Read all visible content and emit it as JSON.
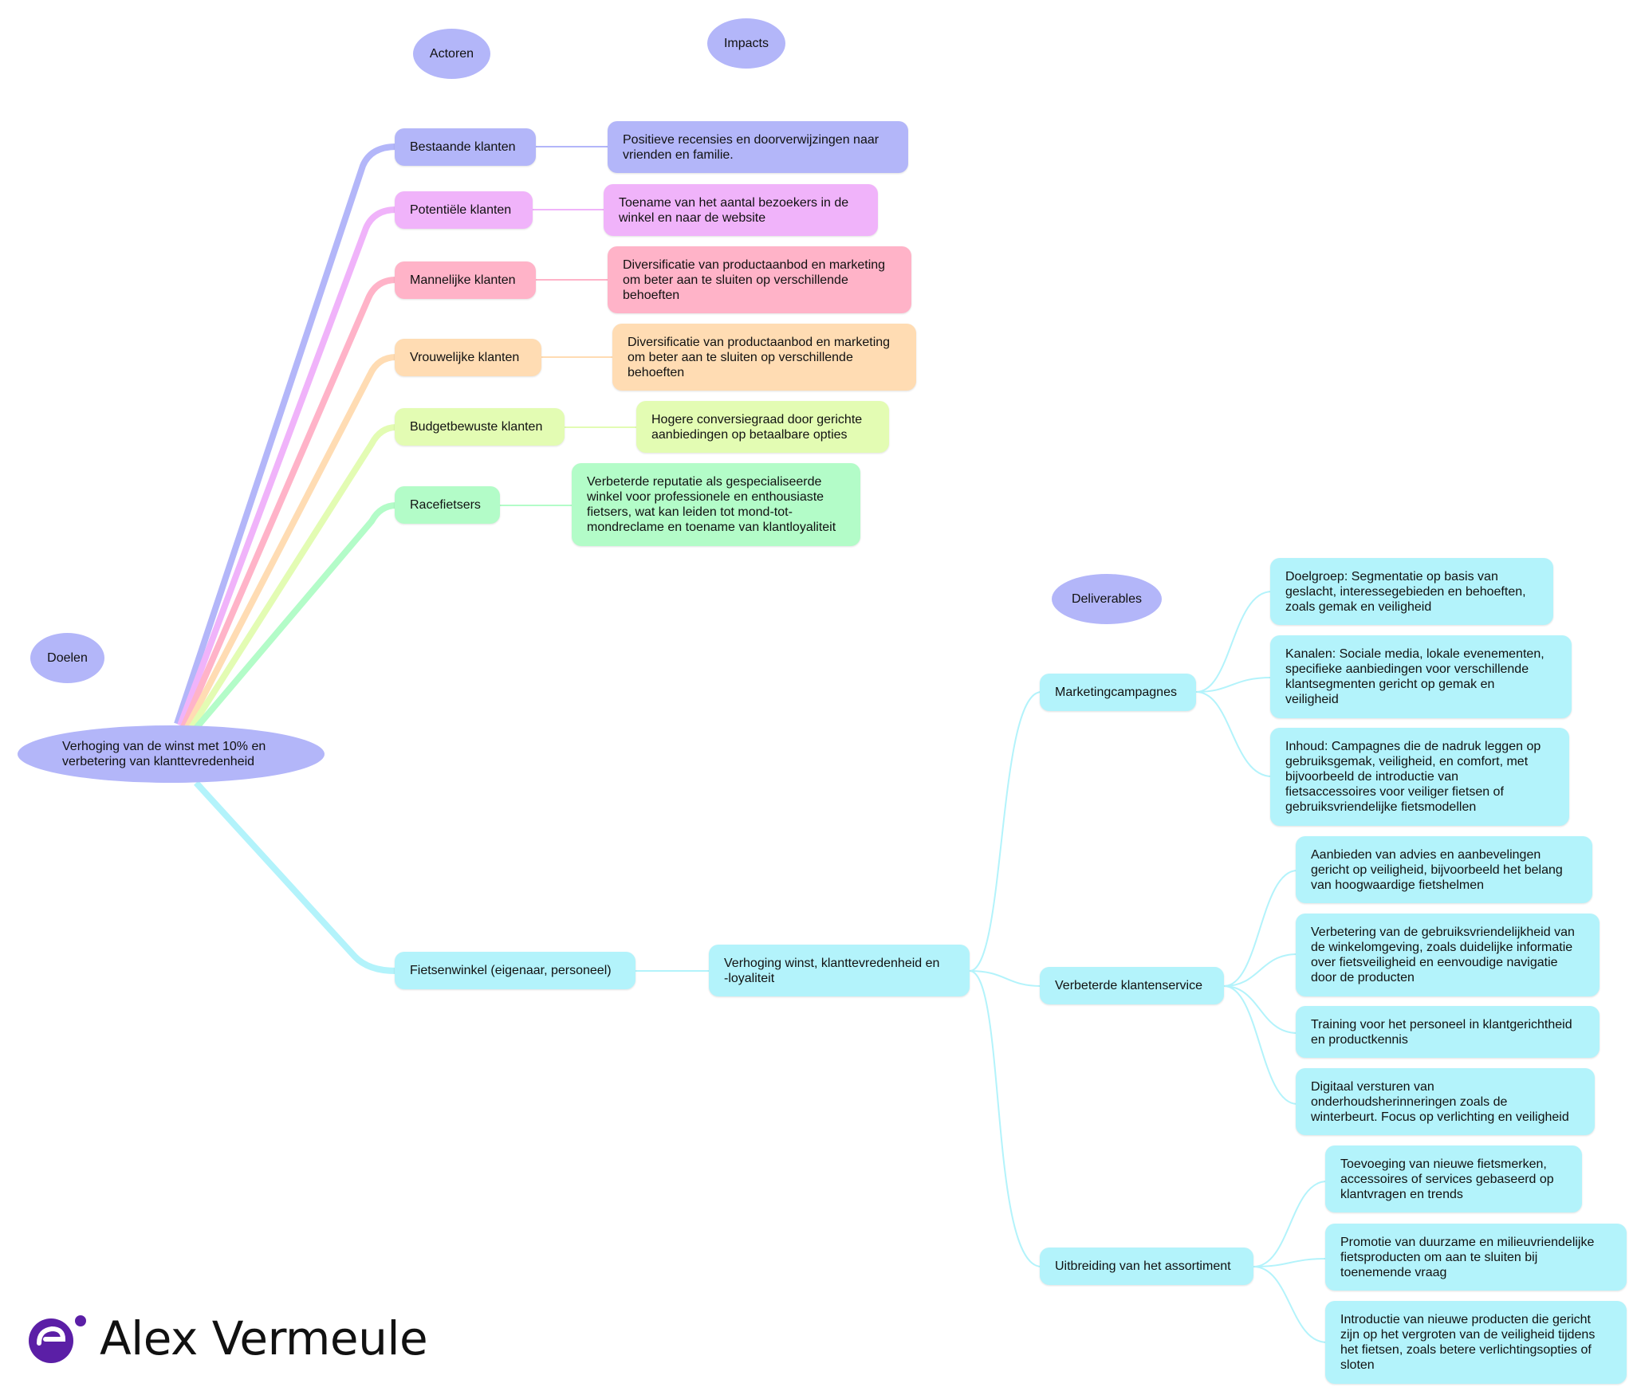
{
  "colors": {
    "blue": "#b3b6f9",
    "pink": "#f0b3fa",
    "rose": "#ffb3c8",
    "orange": "#ffdcb3",
    "lime": "#e3fcb3",
    "green": "#b3fcc8",
    "cyan": "#b3f3fb",
    "logo": "#5b1fa6"
  },
  "headers": {
    "doelen": "Doelen",
    "actoren": "Actoren",
    "impacts": "Impacts",
    "deliverables": "Deliverables"
  },
  "root": {
    "line1": "Verhoging van de winst met 10% en",
    "line2": "verbetering van klanttevredenheid"
  },
  "actors": [
    {
      "label": "Bestaande klanten",
      "impact": [
        "Positieve recensies en doorverwijzingen naar",
        "vrienden en familie."
      ]
    },
    {
      "label": "Potentiële klanten",
      "impact": [
        "Toename van het aantal bezoekers in de",
        "winkel en naar de website"
      ]
    },
    {
      "label": "Mannelijke klanten",
      "impact": [
        "Diversificatie van productaanbod en marketing",
        "om beter aan te sluiten op verschillende",
        "behoeften"
      ]
    },
    {
      "label": "Vrouwelijke klanten",
      "impact": [
        "Diversificatie van productaanbod en marketing",
        "om beter aan te sluiten op verschillende",
        "behoeften"
      ]
    },
    {
      "label": "Budgetbewuste klanten",
      "impact": [
        "Hogere conversiegraad door gerichte",
        "aanbiedingen op betaalbare opties"
      ]
    },
    {
      "label": "Racefietsers",
      "impact": [
        "Verbeterde reputatie als gespecialiseerde",
        "winkel voor professionele en enthousiaste",
        "fietsers, wat kan leiden tot mond-tot-",
        "mondreclame en toename van klantloyaliteit"
      ]
    }
  ],
  "owner": {
    "label": "Fietsenwinkel (eigenaar, personeel)",
    "impact": [
      "Verhoging winst, klanttevredenheid en",
      "-loyaliteit"
    ]
  },
  "deliverables": [
    {
      "label": "Marketingcampagnes",
      "items": [
        [
          "Doelgroep: Segmentatie op basis van",
          "geslacht, interessegebieden en behoeften,",
          "zoals gemak en veiligheid"
        ],
        [
          "Kanalen: Sociale media, lokale evenementen,",
          "specifieke aanbiedingen voor verschillende",
          "klantsegmenten gericht op gemak en",
          "veiligheid"
        ],
        [
          "Inhoud: Campagnes die de nadruk leggen op",
          "gebruiksgemak, veiligheid, en comfort, met",
          "bijvoorbeeld de introductie van",
          "fietsaccessoires voor veiliger fietsen of",
          "gebruiksvriendelijke fietsmodellen"
        ]
      ]
    },
    {
      "label": "Verbeterde klantenservice",
      "items": [
        [
          "Aanbieden van advies en aanbevelingen",
          "gericht op veiligheid, bijvoorbeeld het belang",
          "van hoogwaardige fietshelmen"
        ],
        [
          "Verbetering van de gebruiksvriendelijkheid van",
          "de winkelomgeving, zoals duidelijke informatie",
          "over fietsveiligheid en eenvoudige navigatie",
          "door de producten"
        ],
        [
          "Training voor het personeel in klantgerichtheid",
          "en productkennis"
        ],
        [
          "Digitaal versturen van",
          "onderhoudsherinneringen zoals de",
          "winterbeurt. Focus op verlichting en veiligheid"
        ]
      ]
    },
    {
      "label": "Uitbreiding van het assortiment",
      "items": [
        [
          "Toevoeging van nieuwe fietsmerken,",
          "accessoires of services gebaseerd op",
          "klantvragen en trends"
        ],
        [
          "Promotie van duurzame en milieuvriendelijke",
          "fietsproducten om aan te sluiten bij",
          "toenemende vraag"
        ],
        [
          "Introductie van nieuwe producten die gericht",
          "zijn op het vergroten van de veiligheid tijdens",
          "het fietsen, zoals betere verlichtingsopties of",
          "sloten"
        ]
      ]
    }
  ],
  "logo": {
    "text": "Alex Vermeule",
    "icon": "logo-mark-icon"
  }
}
